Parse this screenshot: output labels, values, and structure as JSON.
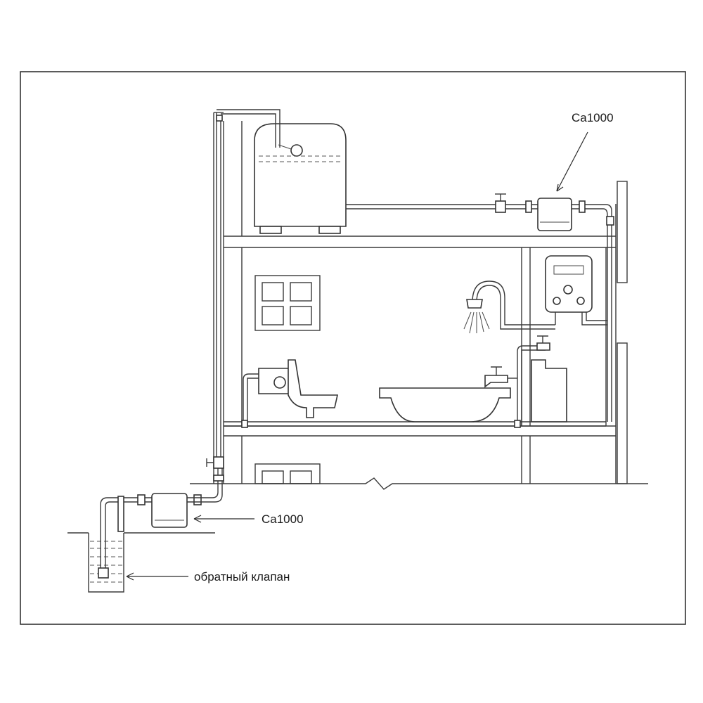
{
  "labels": {
    "pump_top": "Ca1000",
    "pump_bottom": "Ca1000",
    "check_valve": "обратный клапан"
  },
  "colors": {
    "line": "#3a3a3a",
    "background": "#ffffff",
    "text": "#1a1a1a"
  }
}
